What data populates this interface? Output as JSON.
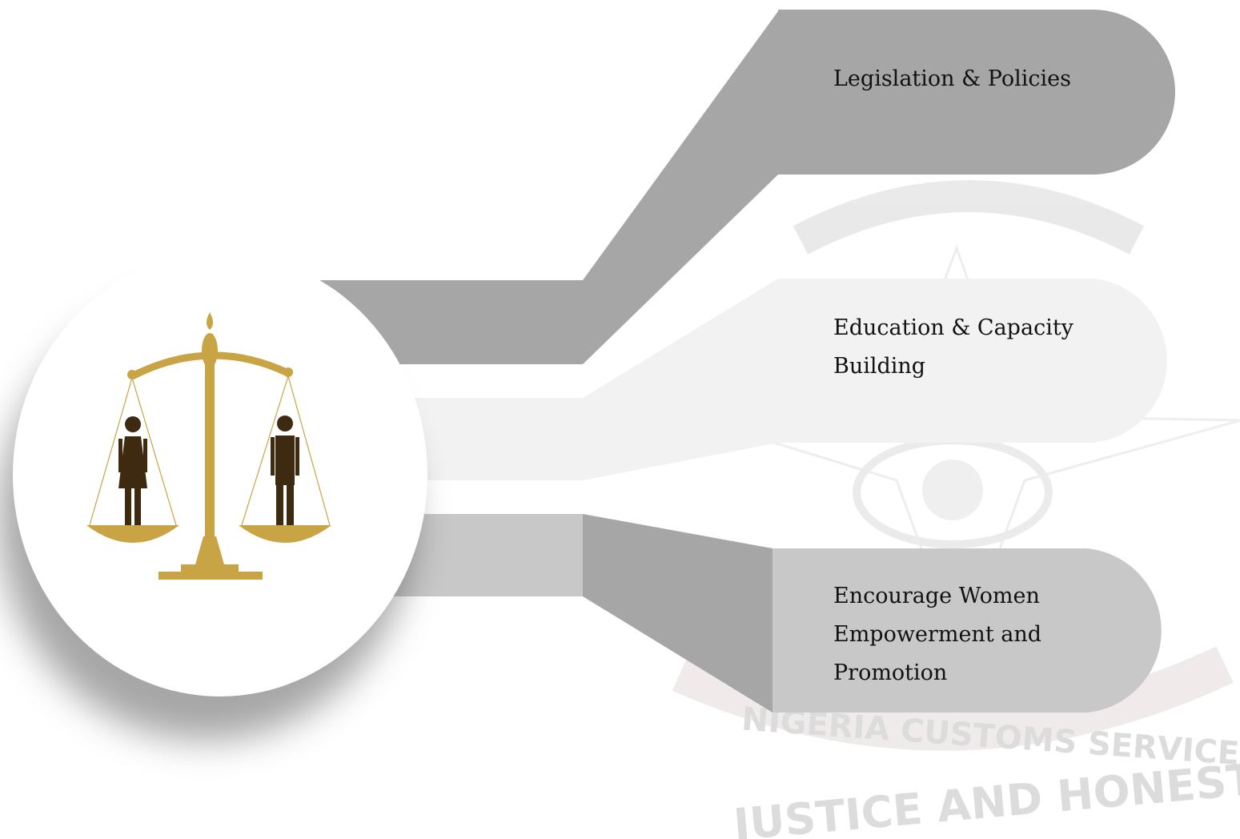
{
  "watermark": {
    "arc_text": "NIGERIA CUSTOMS SERVICE",
    "motto": "JUSTICE AND HONESTY"
  },
  "center_icon": "scales-of-justice-gender-equality-icon",
  "branches": [
    {
      "label": "Legislation & Policies",
      "color": "#a6a6a6"
    },
    {
      "label": "Education & Capacity Building",
      "line1": "Education & Capacity",
      "line2": "Building",
      "color": "#f2f2f2"
    },
    {
      "label": "Encourage Women Empowerment and Promotion",
      "line1": "Encourage Women",
      "line2": "Empowerment and",
      "line3": "Promotion",
      "color": "#c8c8c8"
    }
  ],
  "colors": {
    "gold": "#c9a445",
    "figure": "#3d2a10"
  }
}
